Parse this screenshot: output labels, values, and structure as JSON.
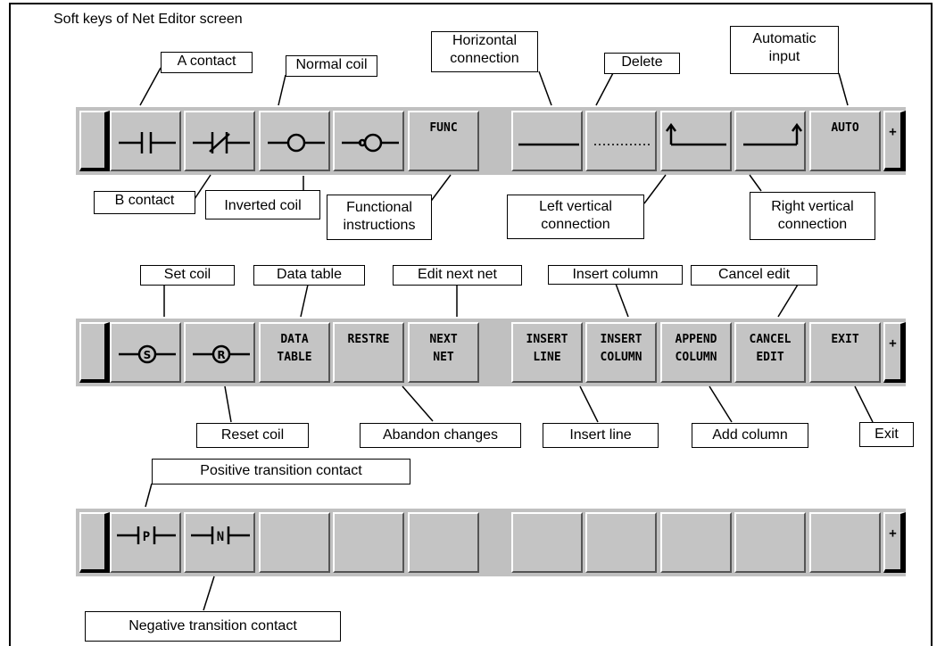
{
  "title": "Soft keys of Net Editor screen",
  "rows": [
    {
      "keys": [
        "",
        "",
        "",
        "",
        "FUNC",
        "",
        "",
        "",
        "",
        "AUTO"
      ],
      "symbols": [
        "a-contact",
        "b-contact",
        "normal-coil",
        "inverted-coil",
        "",
        "horizontal-line",
        "dotted-line",
        "left-vertical",
        "right-vertical",
        ""
      ]
    },
    {
      "keys": [
        "",
        "",
        "DATA\nTABLE",
        "RESTRE",
        "NEXT\nNET",
        "INSERT\nLINE",
        "INSERT\nCOLUMN",
        "APPEND\nCOLUMN",
        "CANCEL\nEDIT",
        "EXIT"
      ],
      "symbols": [
        "set-coil",
        "reset-coil",
        "",
        "",
        "",
        "",
        "",
        "",
        "",
        ""
      ]
    },
    {
      "keys": [
        "",
        "",
        "",
        "",
        "",
        "",
        "",
        "",
        "",
        ""
      ],
      "symbols": [
        "positive-transition",
        "negative-transition",
        "",
        "",
        "",
        "",
        "",
        "",
        "",
        ""
      ]
    }
  ],
  "more_key": "+",
  "labels": {
    "a_contact": "A contact",
    "normal_coil": "Normal coil",
    "horizontal_connection": "Horizontal\nconnection",
    "delete": "Delete",
    "automatic_input": "Automatic\ninput",
    "b_contact": "B contact",
    "inverted_coil": "Inverted coil",
    "functional_instructions": "Functional\ninstructions",
    "left_vertical_connection": "Left vertical\nconnection",
    "right_vertical_connection": "Right vertical\nconnection",
    "set_coil": "Set coil",
    "data_table": "Data table",
    "edit_next_net": "Edit next net",
    "insert_column": "Insert column",
    "cancel_edit": "Cancel edit",
    "reset_coil": "Reset coil",
    "abandon_changes": "Abandon changes",
    "insert_line": "Insert line",
    "add_column": "Add column",
    "exit": "Exit",
    "positive_transition_contact": "Positive transition contact",
    "negative_transition_contact": "Negative transition contact"
  }
}
